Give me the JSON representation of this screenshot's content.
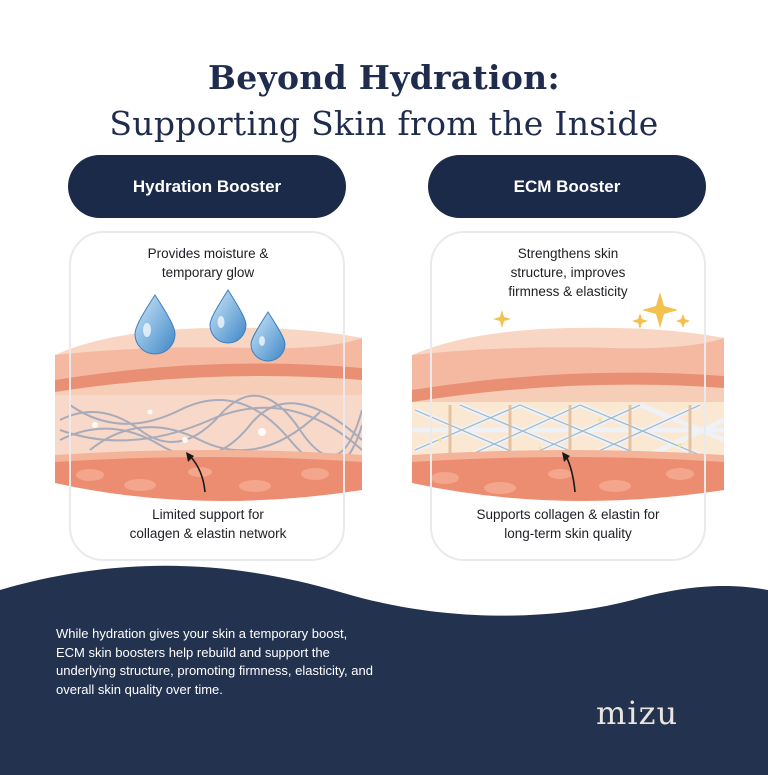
{
  "title": {
    "line1": "Beyond Hydration:",
    "line2": "Supporting Skin from the Inside"
  },
  "left": {
    "label": "Hydration Booster",
    "top_caption": [
      "Provides moisture &",
      "temporary glow"
    ],
    "bottom_caption": [
      "Limited support for",
      "collagen & elastin network"
    ]
  },
  "right": {
    "label": "ECM Booster",
    "top_caption": [
      "Strengthens skin",
      "structure, improves",
      "firmness & elasticity"
    ],
    "bottom_caption": [
      "Supports collagen & elastin for",
      "long-term skin quality"
    ]
  },
  "footer": {
    "text_lines": [
      "While hydration gives your skin a temporary boost,",
      "ECM skin boosters help rebuild and support the",
      "underlying structure, promoting firmness, elasticity, and",
      "overall skin quality over time."
    ],
    "logo": "mizu"
  },
  "colors": {
    "navy": "#1c2a4a",
    "wave": "#23324f",
    "epidermis": "#f6c9b2",
    "dermis": "#f2b59d",
    "fat": "#ec8d72",
    "drop": "#7fb3de",
    "sparkle": "#f2c14e"
  }
}
